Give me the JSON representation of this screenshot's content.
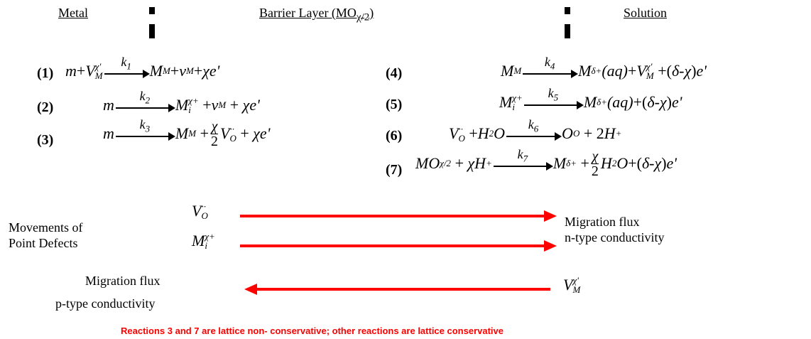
{
  "headers": {
    "metal": "Metal",
    "barrier": "Barrier Layer (MO",
    "barrier_sub": "χ/2",
    "barrier_close": ")",
    "solution": "Solution"
  },
  "reactions": [
    {
      "num": "(1)",
      "k": "k",
      "k_sub": "1"
    },
    {
      "num": "(2)",
      "k": "k",
      "k_sub": "2"
    },
    {
      "num": "(3)",
      "k": "k",
      "k_sub": "3"
    },
    {
      "num": "(4)",
      "k": "k",
      "k_sub": "4"
    },
    {
      "num": "(5)",
      "k": "k",
      "k_sub": "5"
    },
    {
      "num": "(6)",
      "k": "k",
      "k_sub": "6"
    },
    {
      "num": "(7)",
      "k": "k",
      "k_sub": "7"
    }
  ],
  "movements": {
    "label_line1": "Movements of",
    "label_line2": "Point Defects",
    "flux_right_line1": "Migration flux",
    "flux_right_line2": "n-type conductivity",
    "flux_left_line1": "Migration flux",
    "flux_left_line2": "p-type conductivity"
  },
  "note": "Reactions 3 and 7 are lattice non- conservative; other reactions are lattice conservative",
  "colors": {
    "arrow": "#ff0000",
    "note": "#ff0000",
    "text": "#000000"
  }
}
